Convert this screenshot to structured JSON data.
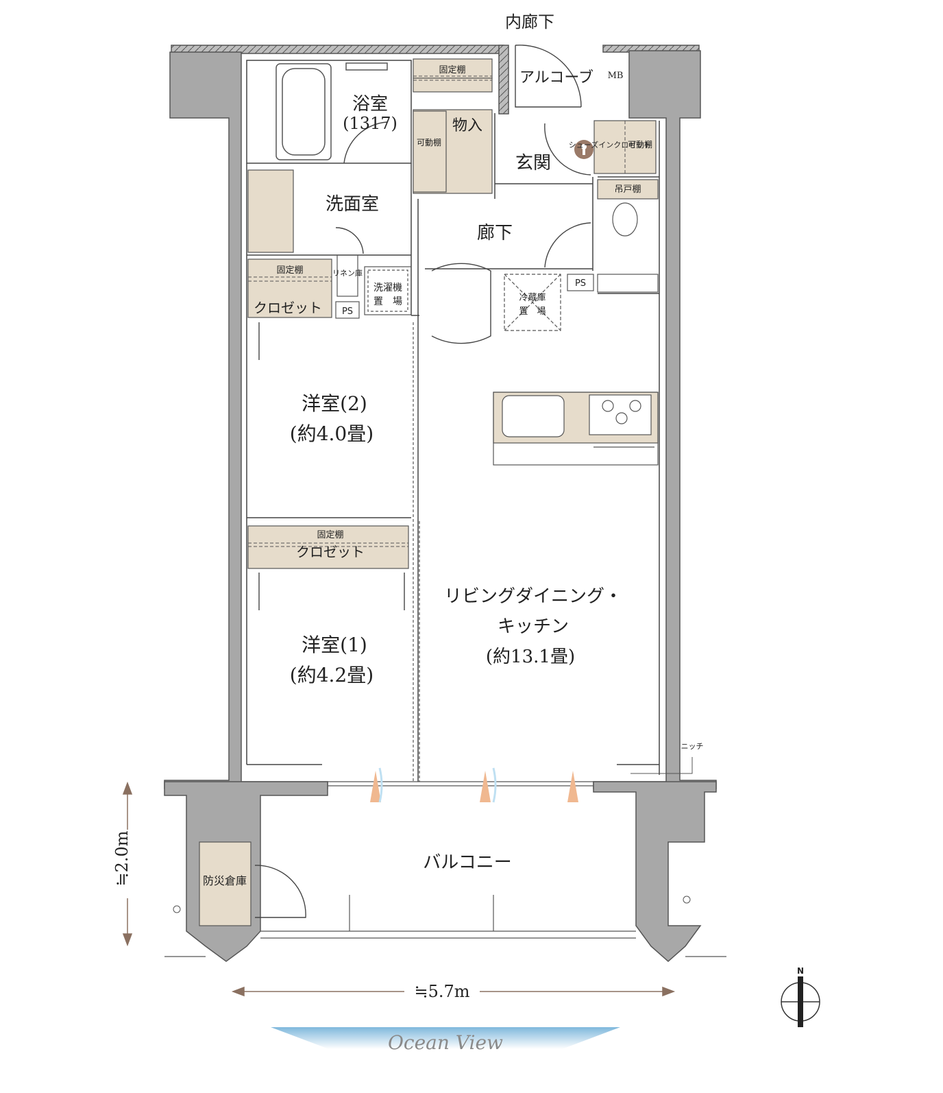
{
  "colors": {
    "wall": "#a8a8a8",
    "wall_stroke": "#555555",
    "storage_fill": "#e6dccb",
    "line": "#444444",
    "ocean_blue": "#8fc3e0",
    "vent_orange": "#f0b890",
    "vent_blue": "#bfe0f2"
  },
  "labels": {
    "corridor_inner": "内廊下",
    "alcove": "アルコーブ",
    "mb": "MB",
    "bath": "浴室",
    "bath_size": "(1317)",
    "storage": "物入",
    "fixed_shelf": "固定棚",
    "movable_shelf": "可動棚",
    "entrance": "玄関",
    "shoe_closet": "シューズインクロゼット",
    "hanging_shelf": "吊戸棚",
    "washroom": "洗面室",
    "hallway": "廊下",
    "linen": "リネン庫",
    "washer": "洗濯機",
    "washer2": "置　場",
    "closet": "クロゼット",
    "ps": "PS",
    "fridge": "冷蔵庫",
    "fridge2": "置　場",
    "room2": "洋室(2)",
    "room2_size": "(約4.0畳)",
    "room1": "洋室(1)",
    "room1_size": "(約4.2畳)",
    "ldk_1": "リビングダイニング・",
    "ldk_2": "キッチン",
    "ldk_size": "(約13.1畳)",
    "niche": "ニッチ",
    "balcony": "バルコニー",
    "disaster_storage": "防災倉庫",
    "dim_vertical": "≒2.0m",
    "dim_horizontal": "≒5.7m",
    "north": "N",
    "ocean_view": "Ocean View"
  }
}
